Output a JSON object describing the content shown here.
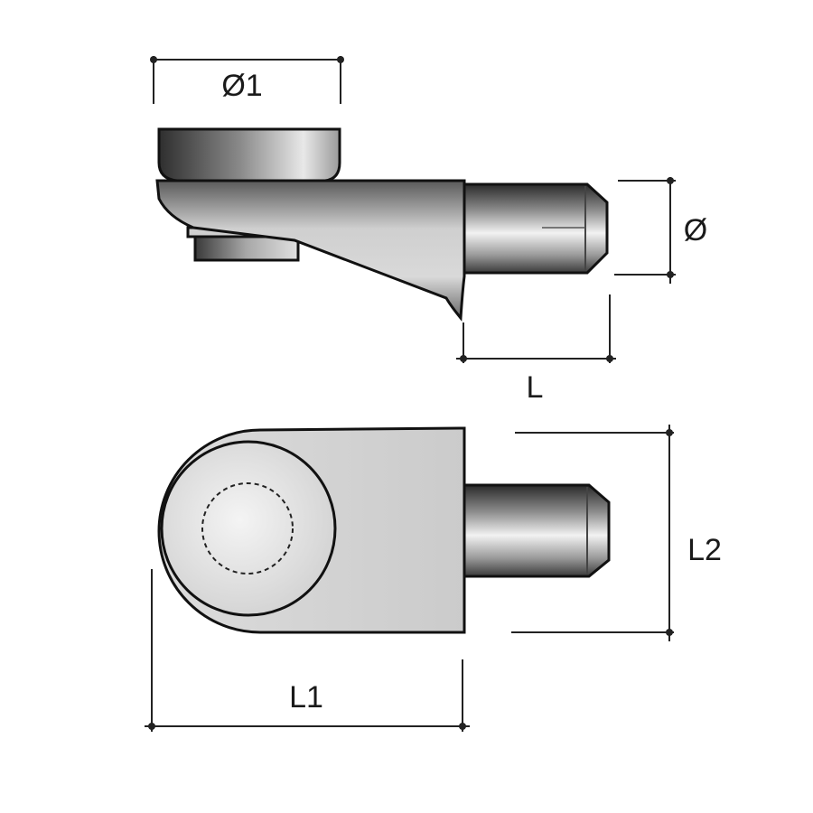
{
  "labels": {
    "dia1": "Ø1",
    "dia": "Ø",
    "length": "L",
    "length1": "L1",
    "length2": "L2"
  },
  "colors": {
    "outline": "#111111",
    "dimension": "#222222",
    "metal_light": "#e6e6e6",
    "metal_dark": "#3a3a3a",
    "background": "#ffffff"
  }
}
